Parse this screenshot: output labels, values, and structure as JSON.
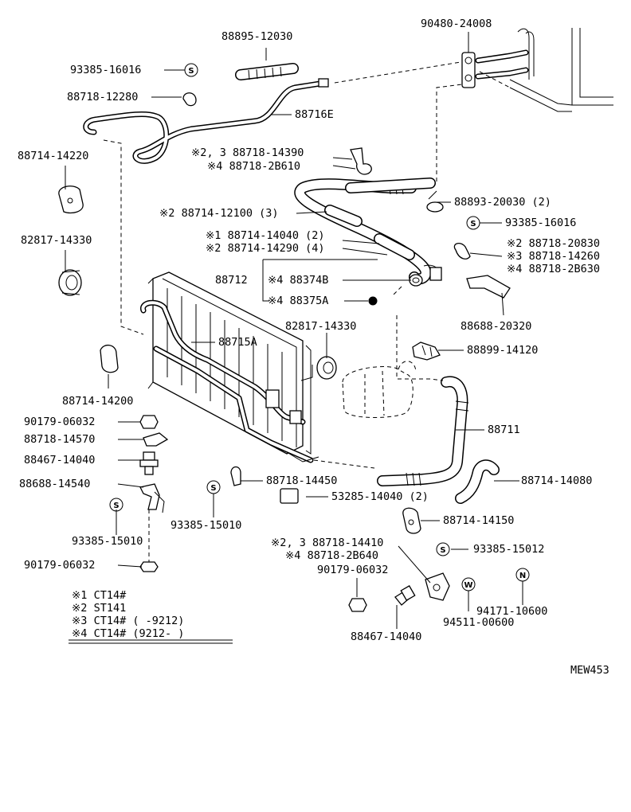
{
  "diagram_code": "MEW453",
  "labels": {
    "p01": "88895-12030",
    "p02": "90480-24008",
    "p03": "93385-16016",
    "p04": "88718-12280",
    "p05": "88716E",
    "p06": "88714-14220",
    "p07": "※2, 3  88718-14390",
    "p08": "※4  88718-2B610",
    "p09": "88893-20030 (2)",
    "p10": "※2  88714-12100 (3)",
    "p11": "93385-16016",
    "p12": "82817-14330",
    "p13": "※1  88714-14040 (2)",
    "p14": "※2  88714-14290 (4)",
    "p15": "※2  88718-20830",
    "p16": "※3  88718-14260",
    "p17": "※4  88718-2B630",
    "p18": "88712",
    "p19": "※4  88374B",
    "p20": "※4  88375A",
    "p21": "88688-20320",
    "p22": "82817-14330",
    "p23": "88715A",
    "p24": "88899-14120",
    "p25": "88714-14200",
    "p26": "90179-06032",
    "p27": "88718-14570",
    "p28": "88711",
    "p29": "88467-14040",
    "p30": "88718-14450",
    "p31": "88688-14540",
    "p32": "88714-14080",
    "p33": "93385-15010",
    "p34": "53285-14040 (2)",
    "p35": "88714-14150",
    "p36": "93385-15010",
    "p37": "※2, 3  88718-14410",
    "p38": "※4  88718-2B640",
    "p39": "93385-15012",
    "p40": "90179-06032",
    "p41": "90179-06032",
    "p42": "94171-10600",
    "p43": "94511-00600",
    "p44": "88467-14040"
  },
  "notes": [
    "※1  CT14#",
    "※2  ST141",
    "※3  CT14# (        -9212)",
    "※4  CT14# (9212-        )"
  ],
  "symbols": {
    "s": "S",
    "w": "W",
    "n": "N"
  },
  "icons": [
    "washer-icon",
    "nut-icon",
    "clamp-icon",
    "grommet-icon",
    "pressure-switch-icon",
    "bracket-icon"
  ]
}
